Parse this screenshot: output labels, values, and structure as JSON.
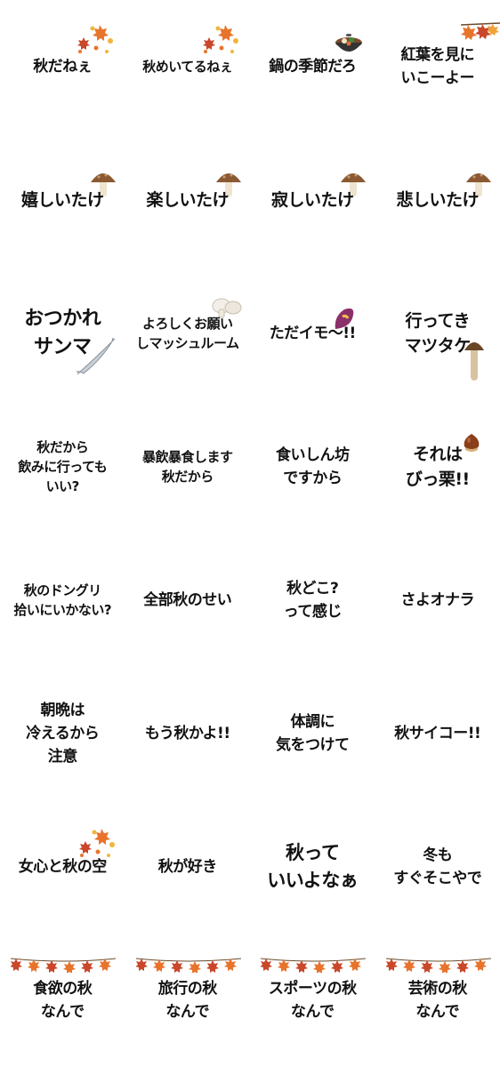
{
  "colors": {
    "text": "#111111",
    "background": "#ffffff",
    "leaf_orange": "#e8742c",
    "leaf_red": "#c9472a",
    "leaf_yellow": "#f1b53b"
  },
  "stickers": [
    {
      "text": "秋だねぇ",
      "icon": "autumn-leaves-icon"
    },
    {
      "text": "秋めいてるねぇ",
      "icon": "autumn-leaves-icon"
    },
    {
      "text": "鍋の季節だろ",
      "icon": "hot-pot-icon"
    },
    {
      "text": "紅葉を見に\nいこーよー",
      "icon": "maple-branch-icon"
    },
    {
      "text": "嬉しいたけ",
      "icon": "shiitake-mushroom-icon"
    },
    {
      "text": "楽しいたけ",
      "icon": "shiitake-mushroom-icon"
    },
    {
      "text": "寂しいたけ",
      "icon": "shiitake-mushroom-icon"
    },
    {
      "text": "悲しいたけ",
      "icon": "shiitake-mushroom-icon"
    },
    {
      "text": "おつかれ\nサンマ",
      "icon": "saury-fish-icon"
    },
    {
      "text": "よろしくお願い\nしマッシュルーム",
      "icon": "mushroom-icon"
    },
    {
      "text": "ただイモ〜!!",
      "icon": "sweet-potato-icon"
    },
    {
      "text": "行ってき\nマツタケ",
      "icon": "matsutake-mushroom-icon"
    },
    {
      "text": "秋だから\n飲みに行っても\nいい?",
      "icon": ""
    },
    {
      "text": "暴飲暴食します\n秋だから",
      "icon": ""
    },
    {
      "text": "食いしん坊\nですから",
      "icon": ""
    },
    {
      "text": "それは\nびっ栗!!",
      "icon": "chestnut-icon"
    },
    {
      "text": "秋のドングリ\n拾いにいかない?",
      "icon": ""
    },
    {
      "text": "全部秋のせい",
      "icon": ""
    },
    {
      "text": "秋どこ?\nって感じ",
      "icon": ""
    },
    {
      "text": "さよオナラ",
      "icon": ""
    },
    {
      "text": "朝晩は\n冷えるから\n注意",
      "icon": ""
    },
    {
      "text": "もう秋かよ!!",
      "icon": ""
    },
    {
      "text": "体調に\n気をつけて",
      "icon": ""
    },
    {
      "text": "秋サイコー!!",
      "icon": ""
    },
    {
      "text": "女心と秋の空",
      "icon": "autumn-leaves-icon"
    },
    {
      "text": "秋が好き",
      "icon": ""
    },
    {
      "text": "秋って\nいいよなぁ",
      "icon": ""
    },
    {
      "text": "冬も\nすぐそこやで",
      "icon": ""
    },
    {
      "text": "食欲の秋\nなんで",
      "icon": "leaf-garland-icon"
    },
    {
      "text": "旅行の秋\nなんで",
      "icon": "leaf-garland-icon"
    },
    {
      "text": "スポーツの秋\nなんで",
      "icon": "leaf-garland-icon"
    },
    {
      "text": "芸術の秋\nなんで",
      "icon": "leaf-garland-icon"
    }
  ]
}
